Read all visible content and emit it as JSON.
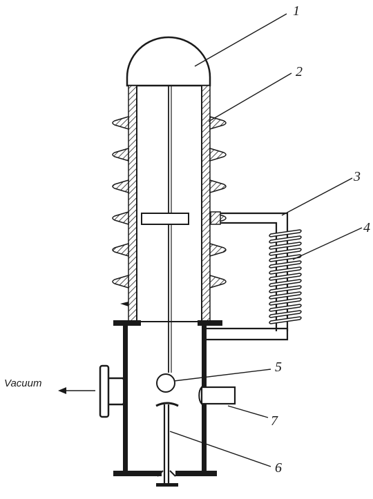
{
  "diagram": {
    "labels": {
      "l1": "1",
      "l2": "2",
      "l3": "3",
      "l4": "4",
      "l5": "5",
      "l6": "6",
      "l7": "7"
    },
    "vacuum_label": "Vacuum",
    "stroke_color": "#1a1a1a",
    "hatch_color": "#1a1a1a"
  }
}
